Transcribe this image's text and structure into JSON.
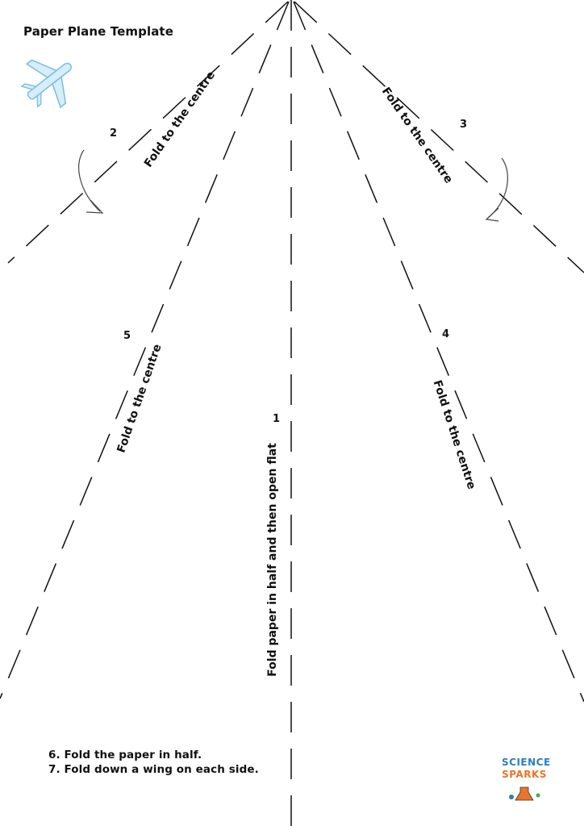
{
  "title": "Paper Plane Template",
  "steps": {
    "s1": {
      "number": "1",
      "text": "Fold paper in half and then open flat"
    },
    "s2": {
      "number": "2",
      "text": "Fold to the centre"
    },
    "s3": {
      "number": "3",
      "text": "Fold to the centre"
    },
    "s4": {
      "number": "4",
      "text": "Fold to the centre"
    },
    "s5": {
      "number": "5",
      "text": "Fold to the centre"
    }
  },
  "instructions": {
    "line6": "6.  Fold the paper in half.",
    "line7": "7. Fold down a wing on each side."
  },
  "logo": {
    "line1": "SCIENCE",
    "line2": "SPARKS"
  },
  "icons": {
    "plane": "airplane-icon",
    "arrow_left": "curved-arrow-icon",
    "arrow_right": "curved-arrow-icon",
    "flask": "flask-icon"
  },
  "colors": {
    "ink": "#111111",
    "plane_fill": "#d6eef9",
    "plane_stroke": "#7fbfe0",
    "logo_blue": "#2a7fc1",
    "logo_orange": "#e8752b",
    "logo_yellow": "#f2c12e",
    "logo_green": "#4aa84a"
  }
}
